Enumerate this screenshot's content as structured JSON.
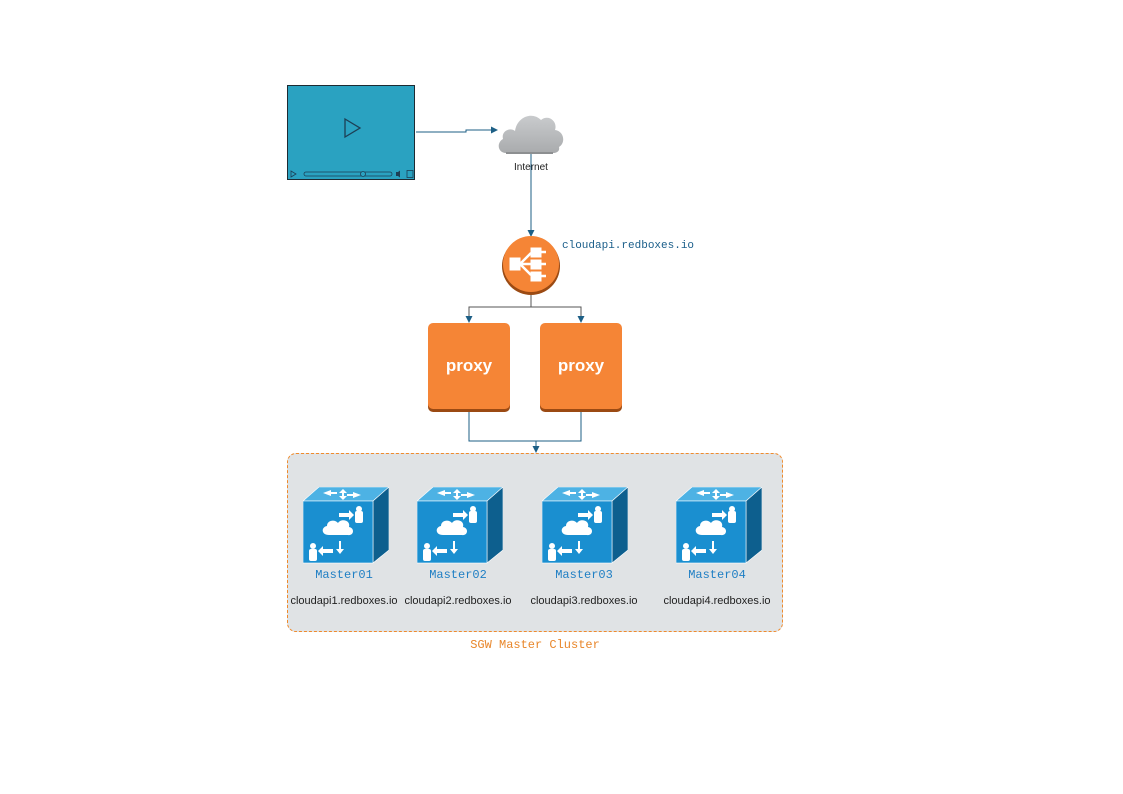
{
  "diagram": {
    "internet_label": "Internet",
    "load_balancer_label": "cloudapi.redboxes.io",
    "proxies": [
      {
        "label": "proxy"
      },
      {
        "label": "proxy"
      }
    ],
    "cluster": {
      "label": "SGW Master Cluster",
      "masters": [
        {
          "name": "Master01",
          "host": "cloudapi1.redboxes.io"
        },
        {
          "name": "Master02",
          "host": "cloudapi2.redboxes.io"
        },
        {
          "name": "Master03",
          "host": "cloudapi3.redboxes.io"
        },
        {
          "name": "Master04",
          "host": "cloudapi4.redboxes.io"
        }
      ]
    },
    "colors": {
      "connector": "#1d5f86",
      "proxy": "#f58536",
      "cluster_border": "#f08a2b",
      "cluster_fill": "#e0e3e5",
      "video_fill": "#2aa2c1"
    },
    "icons": [
      "play-icon",
      "cloud-icon",
      "load-balancer-icon",
      "router-cube-icon"
    ]
  }
}
